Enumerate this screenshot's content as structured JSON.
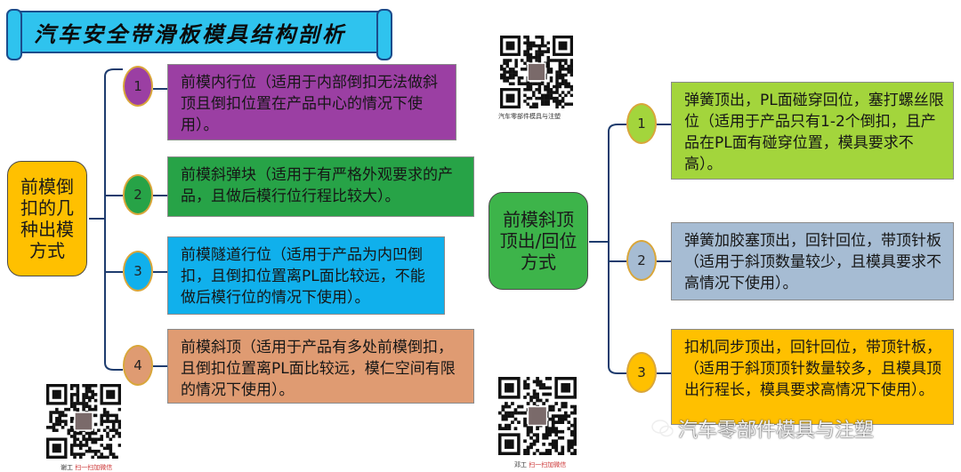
{
  "title": "汽车安全带滑板模具结构剖析",
  "left": {
    "hub": "前模倒扣的几种出模方式",
    "items": [
      {
        "num": "1",
        "text": "前模内行位（适用于内部倒扣无法做斜顶且倒扣位置在产品中心的情况下使用）。"
      },
      {
        "num": "2",
        "text": "前模斜弹块（适用于有严格外观要求的产品，且做后模行位行程比较大）。"
      },
      {
        "num": "3",
        "text": "前模隧道行位（适用于产品为内凹倒扣，且倒扣位置离PL面比较远，不能做后模行位的情况下使用）。"
      },
      {
        "num": "4",
        "text": "前模斜顶（适用于产品有多处前模倒扣，且倒扣位置离PL面比较远，模仁空间有限的情况下使用）。"
      }
    ]
  },
  "right": {
    "hub": "前模斜顶顶出/回位方式",
    "items": [
      {
        "num": "1",
        "text": "弹簧顶出，PL面碰穿回位，塞打螺丝限位（适用于产品只有1-2个倒扣，且产品在PL面有碰穿位置，模具要求不高）。"
      },
      {
        "num": "2",
        "text": "弹簧加胶塞顶出，回针回位，带顶针板（适用于斜顶数量较少，且模具要求不高情况下使用）。"
      },
      {
        "num": "3",
        "text": "扣机同步顶出，回针回位，带顶针板，（适用于斜顶顶针数量较多，且模具顶出行程长，模具要求高情况下使用）。"
      }
    ]
  },
  "qr": {
    "top_caption": "汽车零部件模具与注塑",
    "bl_name": "谢工",
    "bl_sub": "扫一扫加微信",
    "bm_name": "邓工",
    "bm_sub": "扫一扫加微信"
  },
  "watermark": "汽车零部件模具与注塑",
  "colors": {
    "banner": "#2fc3ee",
    "left_hub": "#ffc000",
    "right_hub": "#3db44a",
    "box_purple": "#9b3fa3",
    "box_green": "#27a347",
    "box_blue": "#10b0ec",
    "box_salmon": "#df9b72",
    "box_lime": "#a3d53c",
    "box_slate": "#a6bcd3",
    "box_yellow": "#ffc000"
  }
}
